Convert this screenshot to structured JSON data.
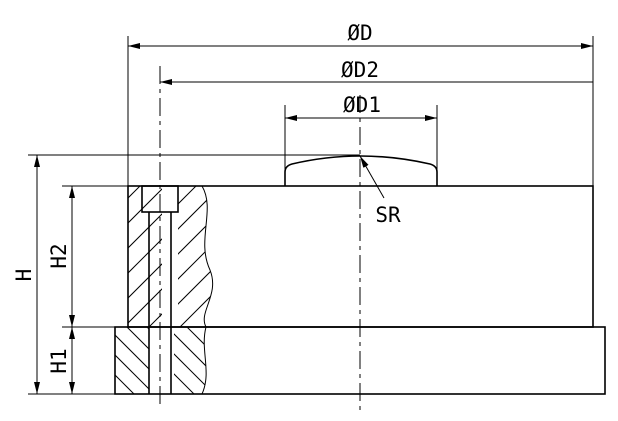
{
  "drawing": {
    "dimensions": {
      "outer_diameter": "ØD",
      "bolt_circle_diameter": "ØD2",
      "dome_diameter": "ØD1",
      "spherical_radius": "SR",
      "total_height": "H",
      "body_height": "H2",
      "base_height": "H1"
    },
    "colors": {
      "line": "#000000",
      "background": "#ffffff"
    }
  }
}
